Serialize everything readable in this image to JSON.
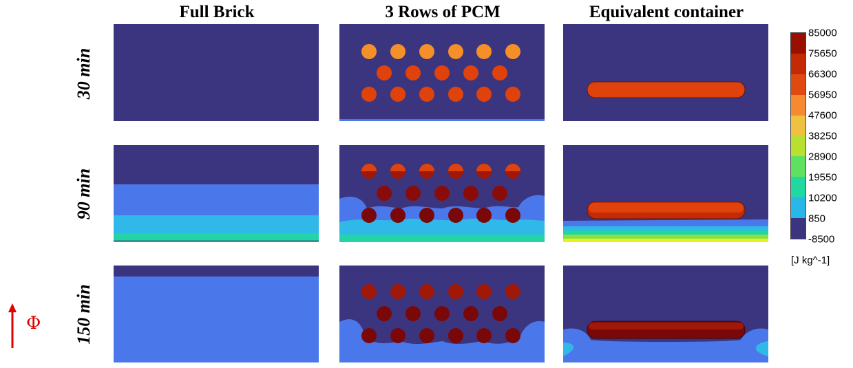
{
  "columns": [
    "Full Brick",
    "3 Rows of PCM",
    "Equivalent container"
  ],
  "rows": [
    "30 min",
    "90 min",
    "150 min"
  ],
  "colorbar": {
    "ticks": [
      "85000",
      "75650",
      "66300",
      "56950",
      "47600",
      "38250",
      "28900",
      "19550",
      "10200",
      "850",
      "-8500"
    ],
    "unit": "[J kg^-1]",
    "colors": [
      "#9a1000",
      "#c42a05",
      "#e04a10",
      "#f58a30",
      "#f0c040",
      "#b8e030",
      "#60e060",
      "#20d8a0",
      "#28b8e8",
      "#4878e8",
      "#3b3580"
    ]
  },
  "flux_symbol": "Φ",
  "colors": {
    "background": "#3b3580",
    "blue": "#4a78ea",
    "light_blue": "#2fb8e8",
    "teal": "#22d4a8",
    "green": "#8ae040",
    "yellow": "#e8f020",
    "red_dark": "#7a0808",
    "red": "#a01808",
    "orange_red": "#e0420c",
    "orange": "#f59028",
    "arrow": "#e00000"
  }
}
